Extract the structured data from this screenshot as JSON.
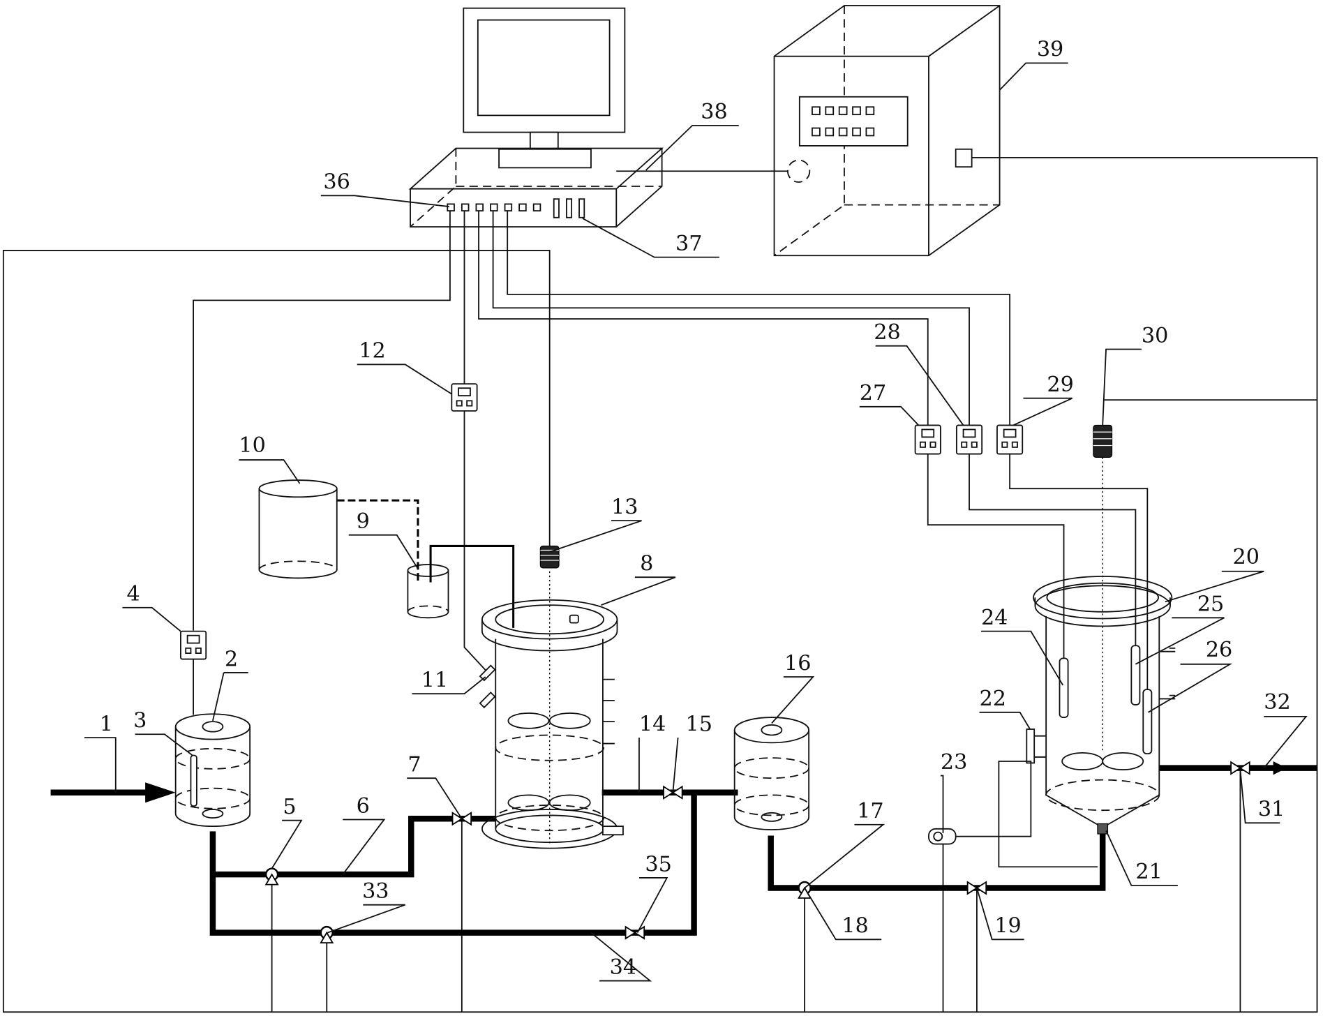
{
  "labels": [
    {
      "id": "1",
      "text": "1"
    },
    {
      "id": "2",
      "text": "2"
    },
    {
      "id": "3",
      "text": "3"
    },
    {
      "id": "4",
      "text": "4"
    },
    {
      "id": "5",
      "text": "5"
    },
    {
      "id": "6",
      "text": "6"
    },
    {
      "id": "7",
      "text": "7"
    },
    {
      "id": "8",
      "text": "8"
    },
    {
      "id": "9",
      "text": "9"
    },
    {
      "id": "10",
      "text": "10"
    },
    {
      "id": "11",
      "text": "11"
    },
    {
      "id": "12",
      "text": "12"
    },
    {
      "id": "13",
      "text": "13"
    },
    {
      "id": "14",
      "text": "14"
    },
    {
      "id": "15",
      "text": "15"
    },
    {
      "id": "16",
      "text": "16"
    },
    {
      "id": "17",
      "text": "17"
    },
    {
      "id": "18",
      "text": "18"
    },
    {
      "id": "19",
      "text": "19"
    },
    {
      "id": "20",
      "text": "20"
    },
    {
      "id": "21",
      "text": "21"
    },
    {
      "id": "22",
      "text": "22"
    },
    {
      "id": "23",
      "text": "23"
    },
    {
      "id": "24",
      "text": "24"
    },
    {
      "id": "25",
      "text": "25"
    },
    {
      "id": "26",
      "text": "26"
    },
    {
      "id": "27",
      "text": "27"
    },
    {
      "id": "28",
      "text": "28"
    },
    {
      "id": "29",
      "text": "29"
    },
    {
      "id": "30",
      "text": "30"
    },
    {
      "id": "31",
      "text": "31"
    },
    {
      "id": "32",
      "text": "32"
    },
    {
      "id": "33",
      "text": "33"
    },
    {
      "id": "34",
      "text": "34"
    },
    {
      "id": "35",
      "text": "35"
    },
    {
      "id": "36",
      "text": "36"
    },
    {
      "id": "37",
      "text": "37"
    },
    {
      "id": "38",
      "text": "38"
    },
    {
      "id": "39",
      "text": "39"
    }
  ],
  "colors": {
    "line": "#111111",
    "pipe": "#000000",
    "background": "#ffffff"
  }
}
